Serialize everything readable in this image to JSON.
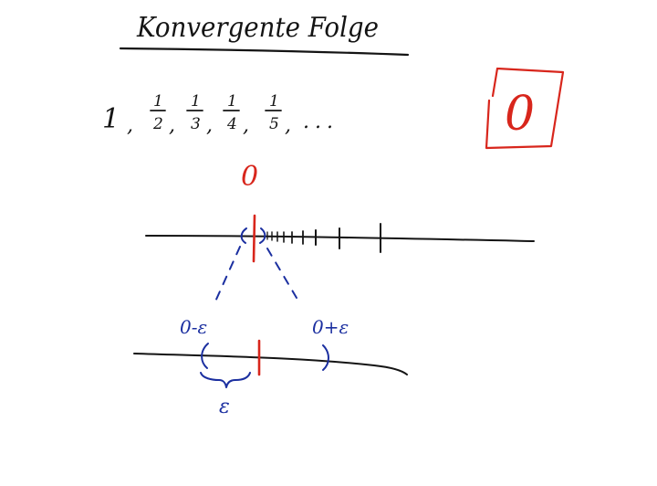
{
  "title": "Konvergente Folge",
  "sequence": {
    "first": "1",
    "fractions": [
      {
        "num": "1",
        "den": "2"
      },
      {
        "num": "1",
        "den": "3"
      },
      {
        "num": "1",
        "den": "4"
      },
      {
        "num": "1",
        "den": "5"
      }
    ],
    "separator": ",",
    "ellipsis": "..."
  },
  "limit_box": "0",
  "limit_label": "0",
  "epsilon": {
    "left_label": "0-ε",
    "right_label": "0+ε",
    "width_label": "ε"
  },
  "colors": {
    "ink": "#141414",
    "red": "#d8261c",
    "blue": "#1b2fa0"
  }
}
